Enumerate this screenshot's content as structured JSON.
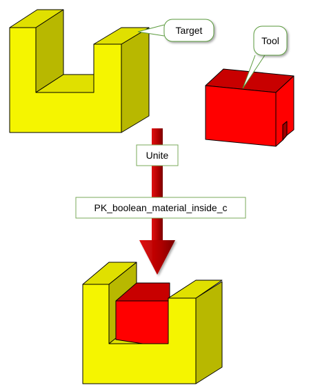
{
  "colors": {
    "target_face": "#f5f500",
    "target_side": "#b8b800",
    "target_top": "#e0e000",
    "tool_face": "#ff0000",
    "tool_side": "#c80000",
    "tool_inside": "#a00000",
    "arrow": "#c00000",
    "arrow_dark": "#8a0000",
    "callout_border": "#5a9a3c",
    "label_border": "#7aa85a"
  },
  "labels": {
    "target": "Target",
    "tool": "Tool",
    "operation": "Unite",
    "option": "PK_boolean_material_inside_c"
  }
}
